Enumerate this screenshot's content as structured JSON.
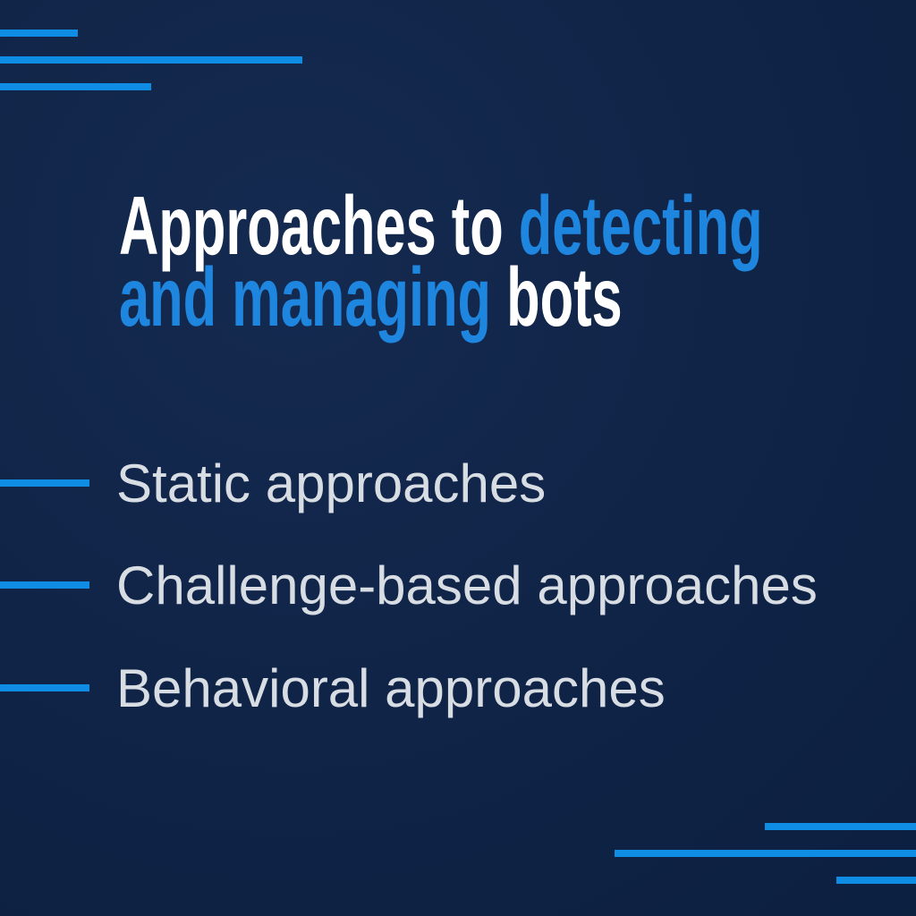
{
  "title": {
    "line1": [
      {
        "text": "Approaches to ",
        "style": "white"
      },
      {
        "text": "detecting",
        "style": "blue"
      }
    ],
    "line2": [
      {
        "text": "and managing ",
        "style": "blue"
      },
      {
        "text": "bots",
        "style": "white"
      }
    ]
  },
  "items": [
    {
      "label": "Static approaches"
    },
    {
      "label": "Challenge-based approaches"
    },
    {
      "label": "Behavioral approaches"
    }
  ],
  "colors": {
    "accent": "#0f8de4",
    "title_blue": "#1e86de",
    "title_white": "#ffffff",
    "item_text": "#d8dde3",
    "bg_center": "#152a50",
    "bg_mid": "#0f2346",
    "bg_edge": "#0a1d3c"
  }
}
